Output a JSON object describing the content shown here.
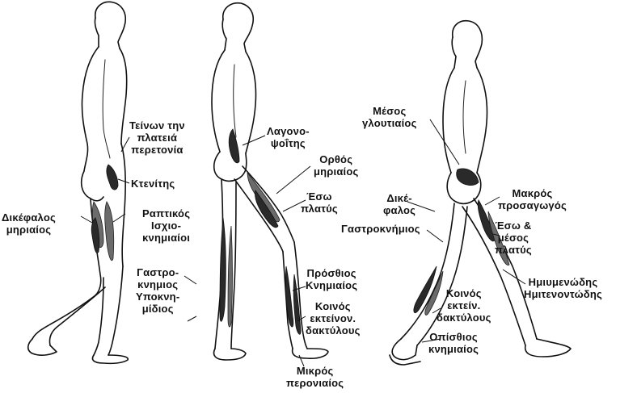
{
  "labels": {
    "tensor_fasciae_latae": "Τείνων την\nπλατειά\nπερετονία",
    "pectineus": "Κτενίτης",
    "biceps_femoris_left": "Δικέφαλος\nμηριαίος",
    "hamstrings": "Ραπτικός\nΙσχιο-\nκνημιαίοι",
    "gastrocnemius_soleus": "Γαστρο-\nκνημιος\nΥποκνη-\nμίδιος",
    "iliopsoas": "Λαγονο-\nψοΐτης",
    "rectus_femoris": "Ορθός\nμηριαίος",
    "vastus_medialis": "Έσω\nπλατύς",
    "tibialis_anterior": "Πρόσθιος\nΚνημιαίος",
    "ext_digitorum_longus_mid": "Κοινός\nεκτείνον.\nδακτύλους",
    "peroneus_longus": "Μικρός\nπερονιαίος",
    "gluteus_medius": "Μέσος\nγλουτιαίος",
    "biceps_right": "Δικέ-\nφαλος",
    "gastrocnemius_right": "Γαστροκνήμιος",
    "adductor_longus": "Μακρός\nπροσαγωγός",
    "vasti": "Έσω &\nμέσος\nπλατύς",
    "semimembranosus": "Ημιυμενώδης\nΗμιτενοντώδης",
    "ext_digitorum_right": "Κοινός\nεκτείν.\nδακτύλους",
    "tibialis_posterior": "Οπίσθιος\nκνημιαίος"
  }
}
